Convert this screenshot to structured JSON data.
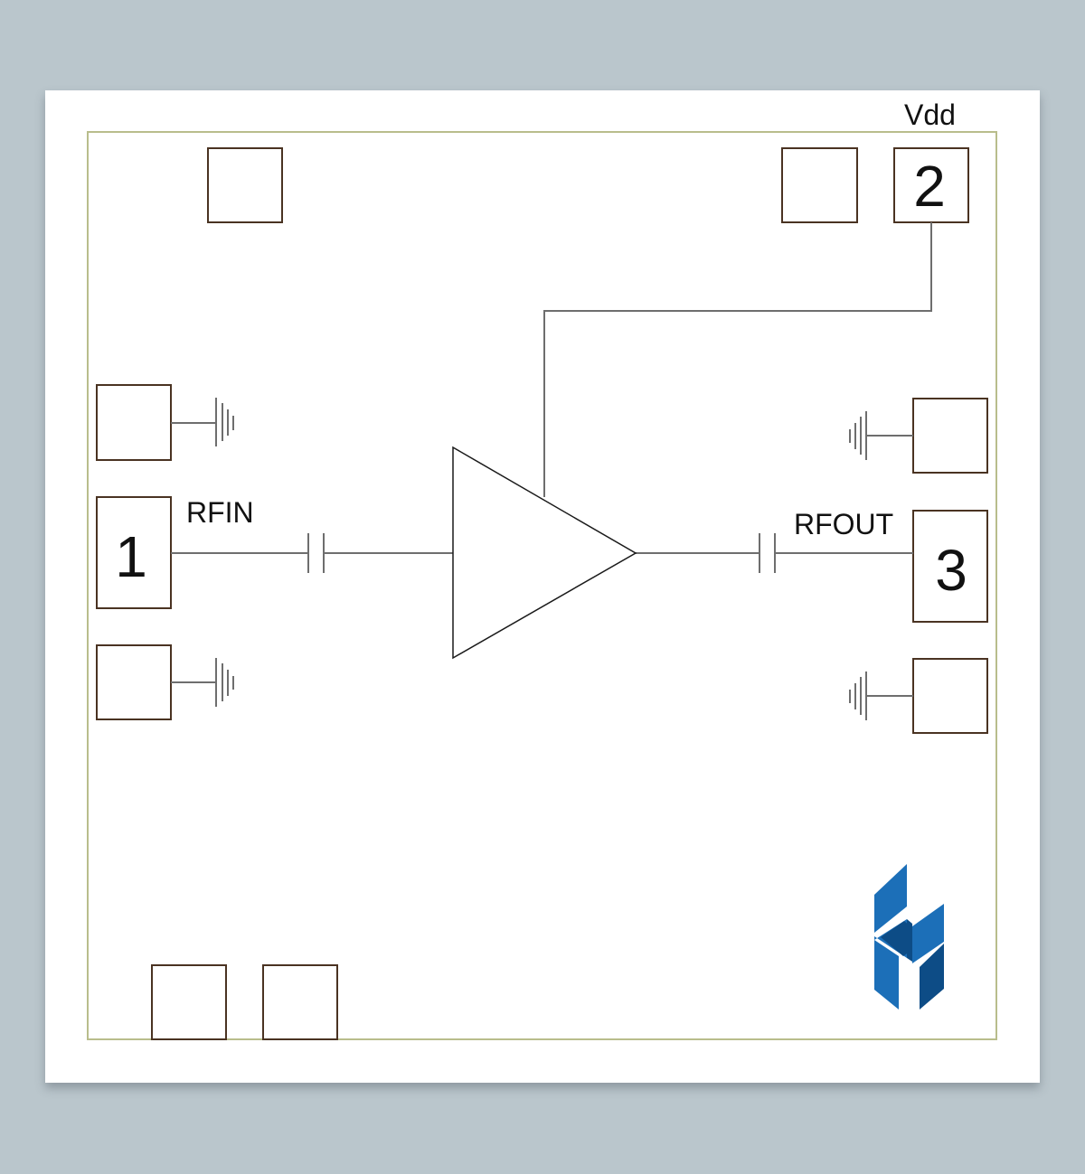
{
  "diagram": {
    "pins": [
      {
        "number": "1",
        "label": "RFIN"
      },
      {
        "number": "2",
        "label": "Vdd"
      },
      {
        "number": "3",
        "label": "RFOUT"
      }
    ]
  },
  "colors": {
    "background": "#bac6cc",
    "chip_outline": "#b9bd8c",
    "pad_outline": "#4a3322",
    "wire": "#6e6e6e",
    "logo_light": "#1c6fb8",
    "logo_dark": "#0d4c86"
  }
}
